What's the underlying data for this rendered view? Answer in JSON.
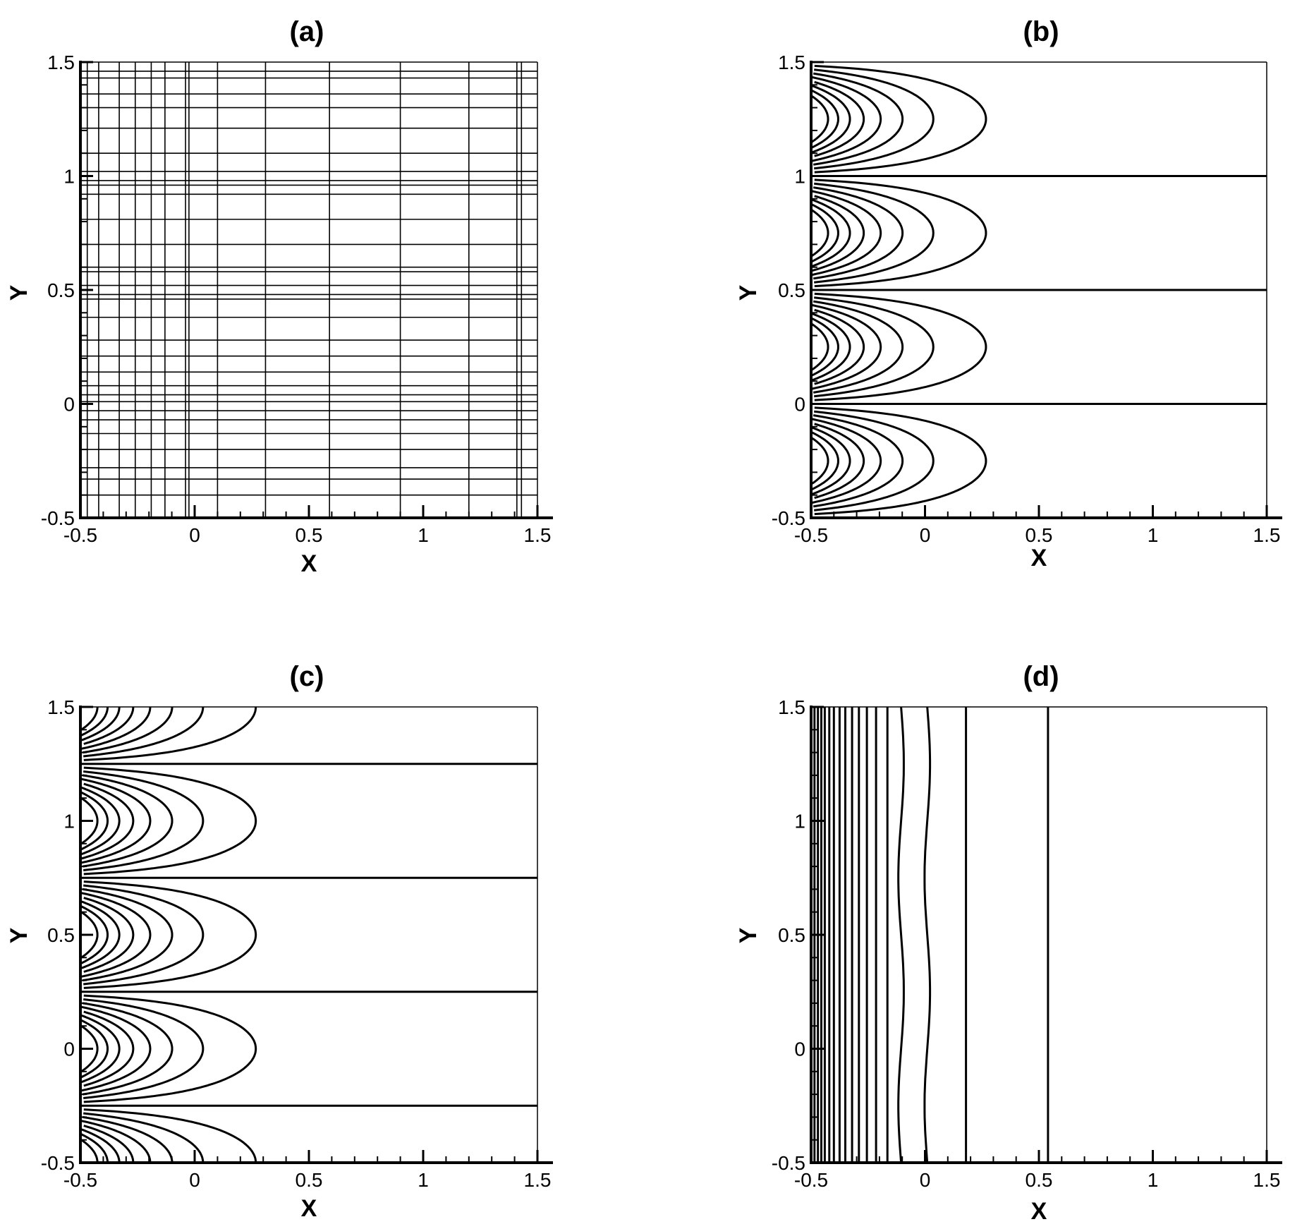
{
  "chart_data": [
    {
      "id": "a",
      "type": "mesh",
      "title": "(a)",
      "xlabel": "X",
      "ylabel": "Y",
      "xlim": [
        -0.5,
        1.5
      ],
      "ylim": [
        -0.5,
        1.5
      ],
      "xticks": [
        -0.5,
        0,
        0.5,
        1,
        1.5
      ],
      "yticks": [
        -0.5,
        0,
        0.5,
        1,
        1.5
      ],
      "xtick_labels": [
        "-0.5",
        "0",
        "0.5",
        "1",
        "1.5"
      ],
      "ytick_labels": [
        "-0.5",
        "0",
        "0.5",
        "1",
        "1.5"
      ],
      "grid_x": [
        -0.47,
        -0.42,
        -0.33,
        -0.26,
        -0.19,
        -0.13,
        -0.04,
        -0.025,
        0.1,
        0.31,
        0.59,
        0.9,
        1.2,
        1.41,
        1.43
      ],
      "grid_y": [
        -0.4,
        -0.33,
        -0.28,
        -0.2,
        -0.13,
        -0.07,
        -0.03,
        0.01,
        0.04,
        0.08,
        0.14,
        0.21,
        0.28,
        0.38,
        0.46,
        0.48,
        0.52,
        0.58,
        0.6,
        0.7,
        0.81,
        0.92,
        0.96,
        0.98,
        1.02,
        1.1,
        1.21,
        1.3,
        1.36,
        1.43,
        1.46
      ]
    },
    {
      "id": "b",
      "type": "contour",
      "title": "(b)",
      "xlabel": "X",
      "ylabel": "Y",
      "xlim": [
        -0.5,
        1.5
      ],
      "ylim": [
        -0.5,
        1.5
      ],
      "xticks": [
        -0.5,
        0,
        0.5,
        1,
        1.5
      ],
      "yticks": [
        -0.5,
        0,
        0.5,
        1,
        1.5
      ],
      "xtick_labels": [
        "-0.5",
        "0",
        "0.5",
        "1",
        "1.5"
      ],
      "ytick_labels": [
        "-0.5",
        "0",
        "0.5",
        "1",
        "1.5"
      ],
      "field": {
        "period": 1.0,
        "phase": 0.0,
        "decay": 3.0
      },
      "levels": [
        0.1,
        0.2,
        0.3,
        0.4,
        0.5,
        0.6,
        0.7,
        0.8
      ]
    },
    {
      "id": "c",
      "type": "contour",
      "title": "(c)",
      "xlabel": "X",
      "ylabel": "Y",
      "xlim": [
        -0.5,
        1.5
      ],
      "ylim": [
        -0.5,
        1.5
      ],
      "xticks": [
        -0.5,
        0,
        0.5,
        1,
        1.5
      ],
      "yticks": [
        -0.5,
        0,
        0.5,
        1,
        1.5
      ],
      "xtick_labels": [
        "-0.5",
        "0",
        "0.5",
        "1",
        "1.5"
      ],
      "ytick_labels": [
        "-0.5",
        "0",
        "0.5",
        "1",
        "1.5"
      ],
      "field": {
        "period": 1.0,
        "phase": 0.25,
        "decay": 3.0
      },
      "levels": [
        0.1,
        0.2,
        0.3,
        0.4,
        0.5,
        0.6,
        0.7,
        0.8
      ]
    },
    {
      "id": "d",
      "type": "contour",
      "title": "(d)",
      "xlabel": "X",
      "ylabel": "Y",
      "xlim": [
        -0.5,
        1.5
      ],
      "ylim": [
        -0.5,
        1.5
      ],
      "xticks": [
        -0.5,
        0,
        0.5,
        1,
        1.5
      ],
      "yticks": [
        -0.5,
        0,
        0.5,
        1,
        1.5
      ],
      "xtick_labels": [
        "-0.5",
        "0",
        "0.5",
        "1",
        "1.5"
      ],
      "ytick_labels": [
        "-0.5",
        "0",
        "0.5",
        "1",
        "1.5"
      ],
      "contour_x": [
        -0.485,
        -0.47,
        -0.455,
        -0.44,
        -0.42,
        -0.4,
        -0.375,
        -0.35,
        -0.32,
        -0.29,
        -0.255,
        -0.215,
        -0.165,
        -0.105,
        0.01,
        0.18,
        0.54
      ]
    }
  ]
}
